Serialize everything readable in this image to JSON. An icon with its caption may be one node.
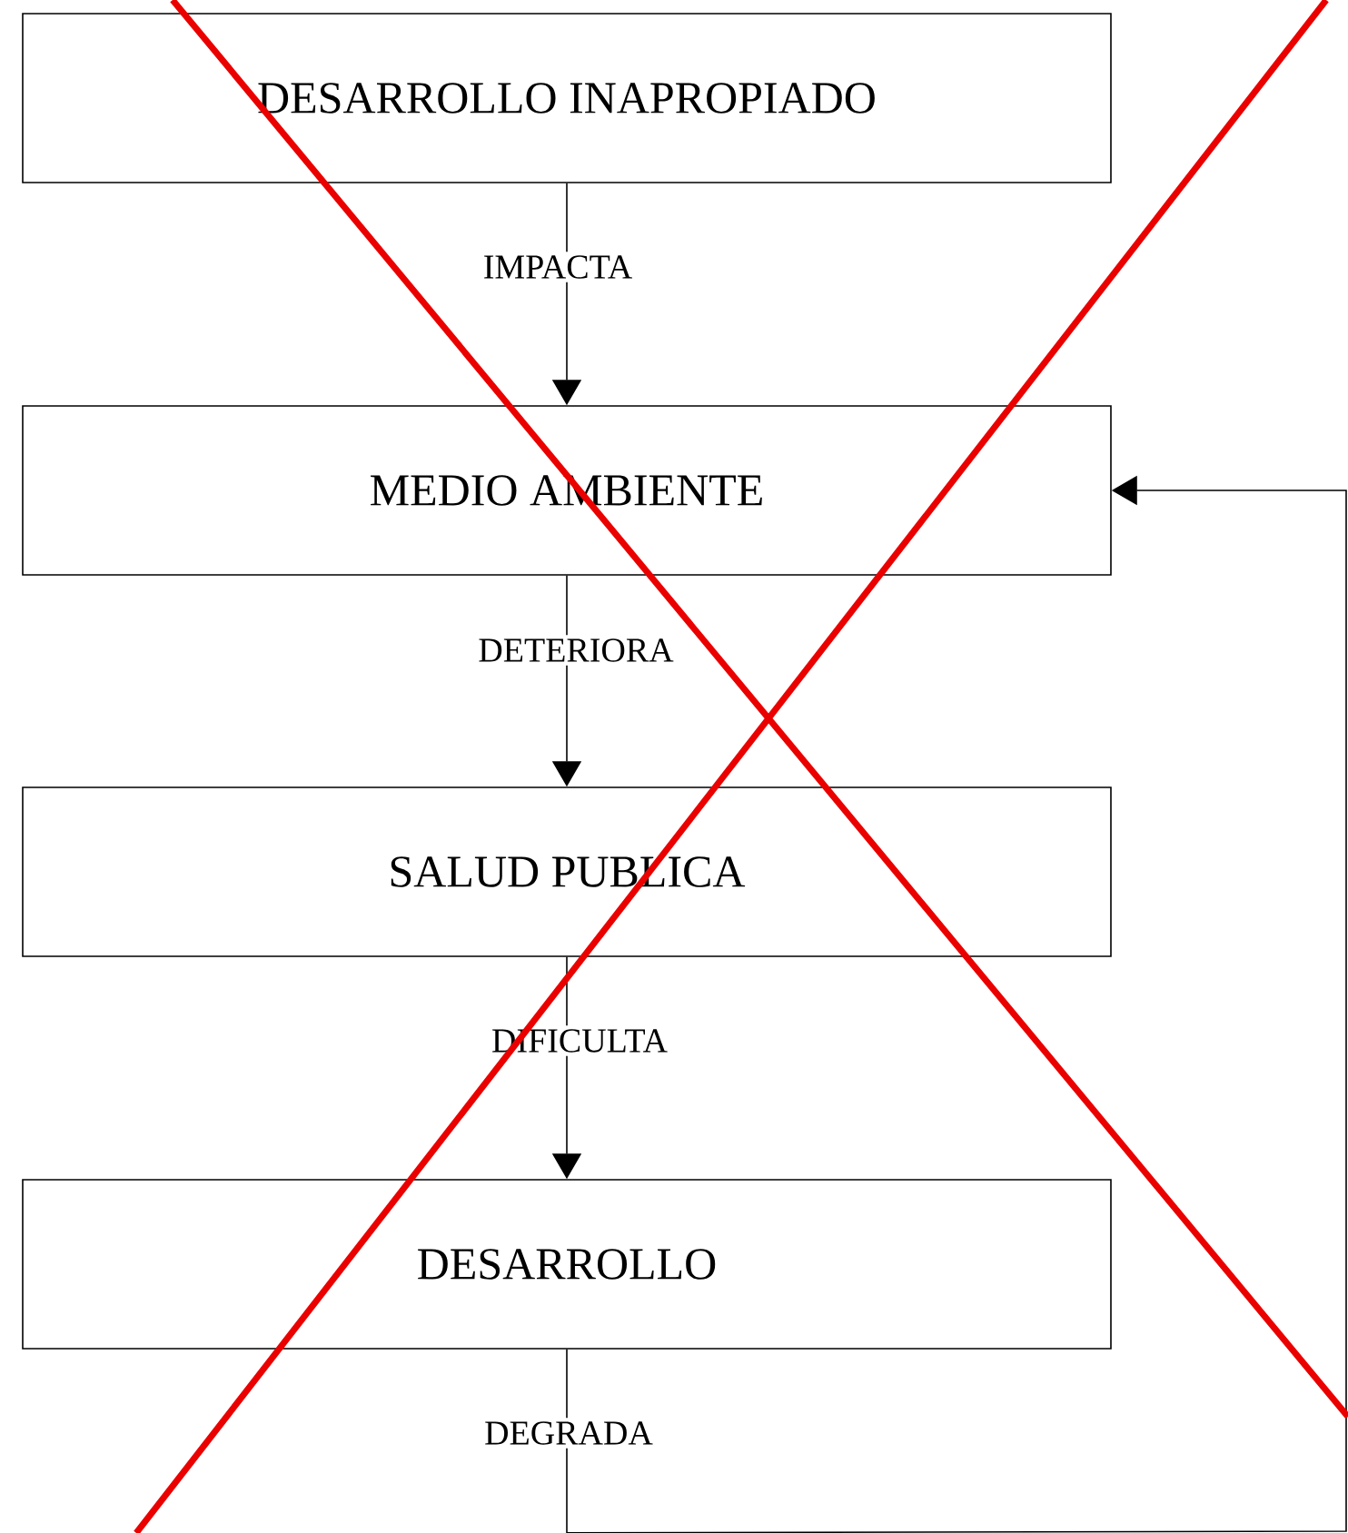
{
  "diagram": {
    "nodes": [
      {
        "text": [
          "DESARROLLO INAPROPIADO"
        ]
      },
      {
        "text": [
          "MEDIO AMBIENTE"
        ]
      },
      {
        "text": [
          "SALUD PUBLICA"
        ]
      },
      {
        "text": [
          "DESARROLLO"
        ]
      }
    ],
    "edges": [
      {
        "from": 0,
        "to": 1,
        "arrow": "to",
        "label": "IMPACTA"
      },
      {
        "from": 1,
        "to": 2,
        "arrow": "to",
        "label": "DETERIORA"
      },
      {
        "from": 2,
        "to": 3,
        "arrow": "to",
        "label": "DIFICULTA"
      },
      {
        "from": 3,
        "to": 1,
        "arrow": "to",
        "label": "DEGRADA"
      }
    ]
  }
}
